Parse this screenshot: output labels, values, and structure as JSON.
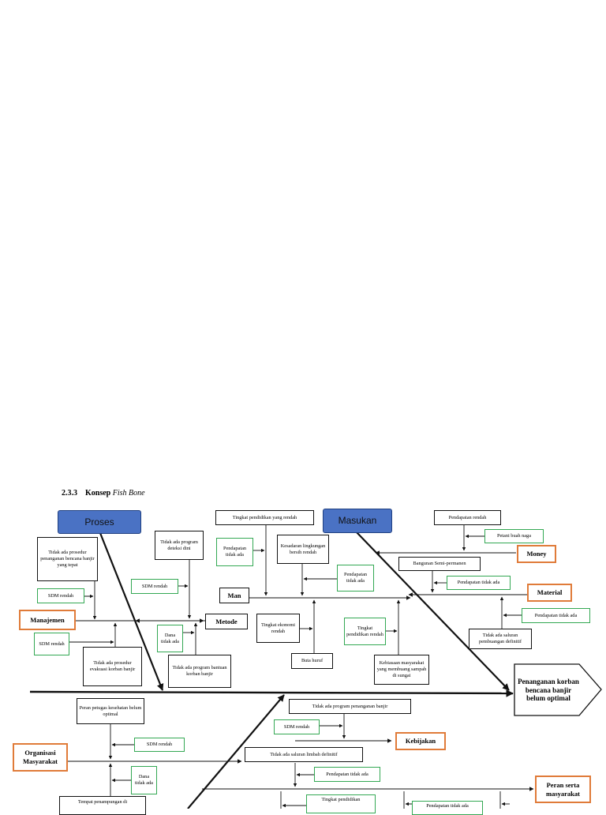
{
  "heading": {
    "number": "2.3.3",
    "title_prefix": "Konsep",
    "title_italic": "Fish Bone"
  },
  "main_categories": {
    "proses": "Proses",
    "masukan": "Masukan"
  },
  "effect": "Penanganan korban bencana banjir belum optimal",
  "categories": {
    "manajemen": "Manajemen",
    "metode": "Metode",
    "man": "Man",
    "money": "Money",
    "material": "Material",
    "organisasi": "Organisasi Masyarakat",
    "kebijakan": "Kebijakan",
    "peran_serta": "Peran serta masyarakat"
  },
  "causes": {
    "tidak_ada_prosedur": "Tidak ada prosedur penanganan bencana banjir yang tepat",
    "sdm_rendah_1": "SDM rendah",
    "sdm_rendah_2": "SDM rendah",
    "prosedur_evakuasi": "Tidak ada prosedur evakuasi korban banjir",
    "program_deteksi": "Tidak ada program deteksi dini",
    "sdm_rendah_3": "SDM rendah",
    "dana_1": "Dana tidak ada",
    "program_bantuan": "Tidak ada program bantuan korban banjir",
    "tingkat_pendidikan_1": "Tingkat pendidikan yang rendah",
    "pendapatan_1": "Pendapatan tidak ada",
    "kesadaran": "Kesadaran lingkungan bersih rendah",
    "pendapatan_2": "Pendapatan tidak ada",
    "tingkat_ekonomi": "Tingkat ekonomi rendah",
    "buta_huruf": "Buta huruf",
    "tingkat_pendidikan_2": "Tingkat pendidikan rendah",
    "kebiasaan": "Kebiasaan masyarakat yang membuang sampah di sungai",
    "pendapatan_rendah": "Pendapatan rendah",
    "petani": "Petani buah naga",
    "bangunan": "Bangunan Semi-permanen",
    "pendapatan_3": "Pendapatan tidak ada",
    "pendapatan_4": "Pendapatan tidak ada",
    "saluran_pembuangan": "Tidak ada saluran pembuangan definitif",
    "peran_petugas": "Peran petugas kesehatan belum optimal",
    "sdm_rendah_4": "SDM rendah",
    "dana_2": "Dana tidak ada",
    "tempat_penampungan": "Tempat penampungan di",
    "program_penanganan": "Tidak ada program penanganan banjir",
    "sdm_rendah_5": "SDM rendah",
    "saluran_limbah": "Tidak ada saluran limbah definitif",
    "pendapatan_5": "Pendapatan tidak ada",
    "tingkat_pendidikan_3": "Tingkat pendidikan",
    "pendapatan_6": "Pendapatan tidak ada"
  },
  "colors": {
    "line": "#111111",
    "green_border": "#33a853",
    "orange_border": "#e07b39",
    "blue_fill": "#4a72c4"
  }
}
